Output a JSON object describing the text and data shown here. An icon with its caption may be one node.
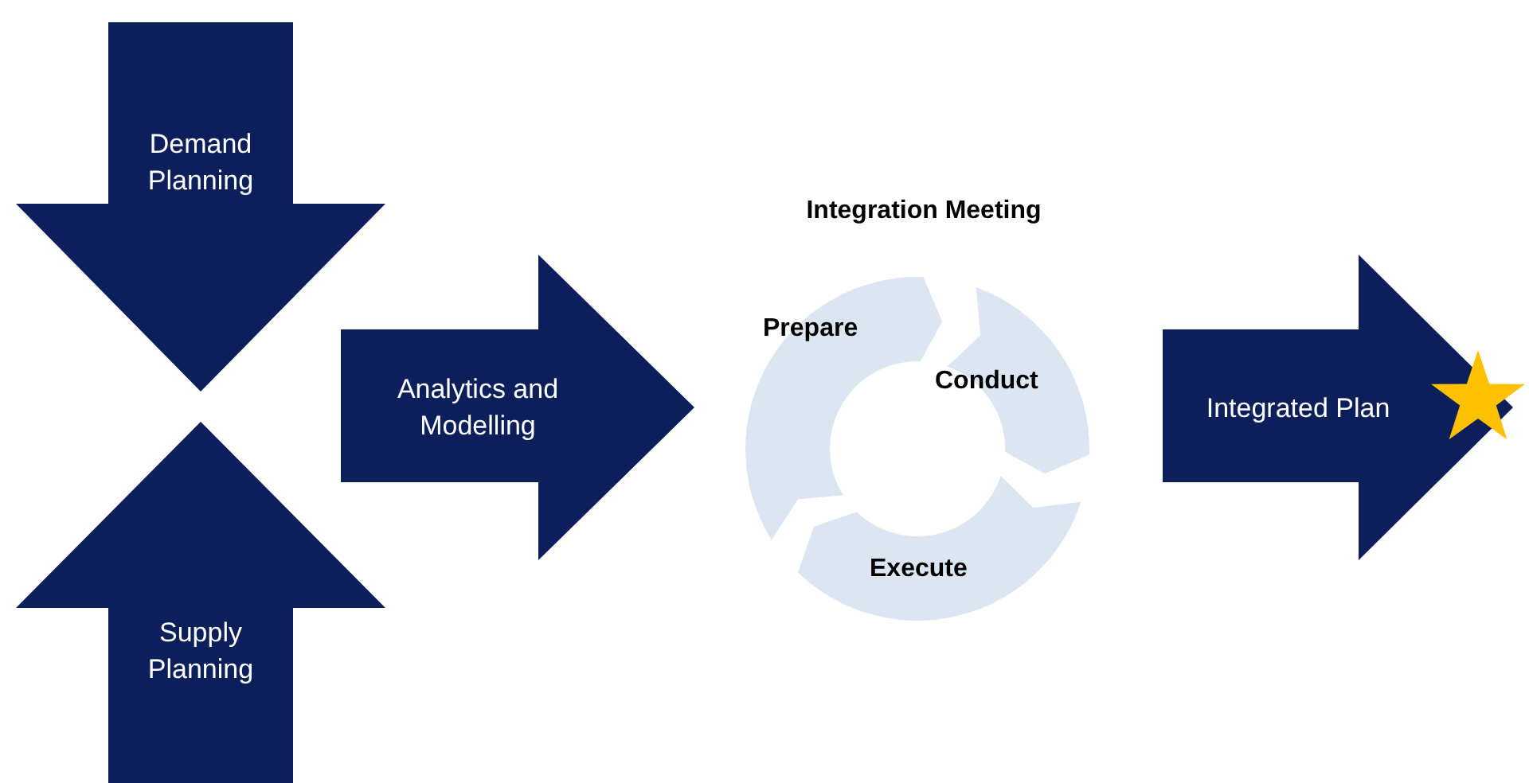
{
  "diagram": {
    "nodes": [
      {
        "text": [
          "Demand Planning"
        ]
      },
      {
        "text": [
          "Supply Planning"
        ]
      },
      {
        "text": [
          "Analytics and Modelling"
        ]
      },
      {
        "text": [
          "Integration Meeting"
        ]
      },
      {
        "text": [
          "Prepare"
        ],
        "in": 3
      },
      {
        "text": [
          "Conduct"
        ],
        "in": 3
      },
      {
        "text": [
          "Execute"
        ],
        "in": 3
      },
      {
        "text": [
          "Integrated Plan"
        ]
      }
    ]
  }
}
